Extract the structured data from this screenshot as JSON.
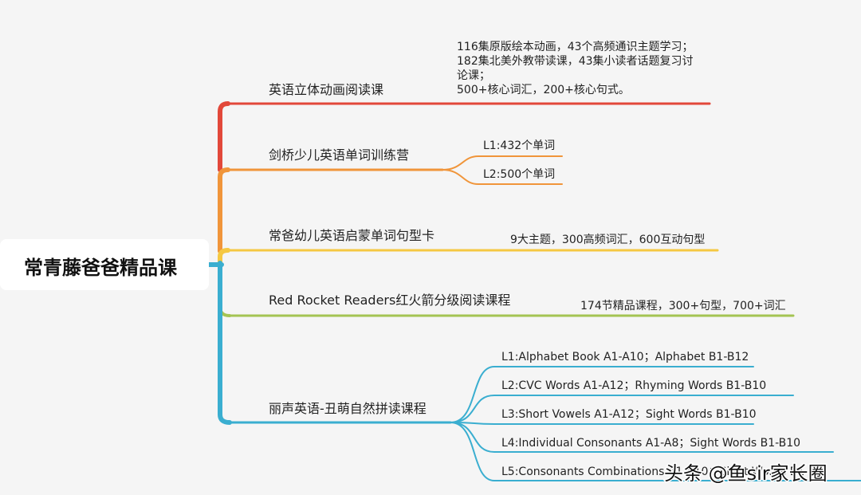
{
  "root": {
    "label": "常青藤爸爸精品课"
  },
  "branches": [
    {
      "label": "英语立体动画阅读课",
      "color": "#e2483a",
      "details": [
        "116集原版绘本动画，43个高频通识主题学习；",
        "182集北美外教带读课，43集小读者话题复习讨",
        "论课；",
        "500+核心词汇，200+核心句式。"
      ]
    },
    {
      "label": "剑桥少儿英语单词训练营",
      "color": "#f0953a",
      "leaves": [
        "L1:432个单词",
        "L2:500个单词"
      ]
    },
    {
      "label": "常爸幼儿英语启蒙单词句型卡",
      "color": "#f5c842",
      "leaves": [
        "9大主题，300高频词汇，600互动句型"
      ]
    },
    {
      "label": "Red Rocket Readers红火箭分级阅读课程",
      "color": "#a4c452",
      "leaves": [
        "174节精品课程，300+句型，700+词汇"
      ]
    },
    {
      "label": "丽声英语-丑萌自然拼读课程",
      "color": "#3aaed0",
      "leaves": [
        "L1:Alphabet Book A1-A10；Alphabet B1-B12",
        "L2:CVC Words A1-A12；Rhyming Words B1-B10",
        "L3:Short Vowels A1-A12；Sight Words B1-B10",
        "L4:Individual Consonants A1-A8；Sight Words B1-B10",
        "L5:Consonants Combinations A1-A10；Sight Words B1-B8"
      ]
    }
  ],
  "watermark": {
    "text": "头条 @鱼sir家长圈"
  }
}
